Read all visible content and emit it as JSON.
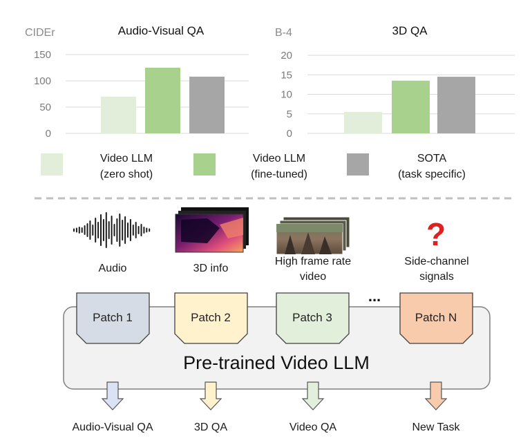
{
  "chart_data": [
    {
      "type": "bar",
      "title": "Audio-Visual QA",
      "ylabel": "CIDEr",
      "yticks": [
        0,
        50,
        100,
        150
      ],
      "ylim": [
        0,
        165
      ],
      "categories": [
        "Video LLM (zero shot)",
        "Video LLM (fine-tuned)",
        "SOTA (task specific)"
      ],
      "values": [
        70,
        125,
        108
      ],
      "grid": true
    },
    {
      "type": "bar",
      "title": "3D QA",
      "ylabel": "B-4",
      "yticks": [
        0,
        5,
        10,
        15,
        20
      ],
      "ylim": [
        0,
        22
      ],
      "categories": [
        "Video LLM (zero shot)",
        "Video LLM (fine-tuned)",
        "SOTA (task specific)"
      ],
      "values": [
        5.5,
        13.5,
        14.5
      ],
      "grid": true
    }
  ],
  "legend": [
    {
      "line1": "Video LLM",
      "line2": "(zero shot)",
      "color": "#e2eed9"
    },
    {
      "line1": "Video LLM",
      "line2": "(fine-tuned)",
      "color": "#a9d18e"
    },
    {
      "line1": "SOTA",
      "line2": "(task specific)",
      "color": "#a6a6a6"
    }
  ],
  "modalities": [
    {
      "line1": "Audio",
      "line2": "",
      "icon": "waveform-icon"
    },
    {
      "line1": "3D info",
      "line2": "",
      "icon": "depth-map-icon"
    },
    {
      "line1": "High frame rate",
      "line2": "video",
      "icon": "video-frames-icon"
    },
    {
      "line1": "Side-channel",
      "line2": "signals",
      "icon": "question-mark-icon"
    }
  ],
  "ellipsis": "...",
  "patches": [
    {
      "label": "Patch 1",
      "fill": "#d6dce5",
      "arrow": "#dae3f3"
    },
    {
      "label": "Patch 2",
      "fill": "#fff2cc",
      "arrow": "#fff2cc"
    },
    {
      "label": "Patch 3",
      "fill": "#e2efda",
      "arrow": "#e2efda"
    },
    {
      "label": "Patch N",
      "fill": "#f8cbad",
      "arrow": "#f8cbad"
    }
  ],
  "llm_label": "Pre-trained Video LLM",
  "tasks": [
    "Audio-Visual QA",
    "3D QA",
    "Video QA",
    "New Task"
  ],
  "colors": {
    "gridline": "#d9d9d9",
    "divider": "#bfbfbf",
    "box_fill": "#f2f2f2",
    "box_stroke": "#7f7f7f",
    "question": "#e02020"
  }
}
